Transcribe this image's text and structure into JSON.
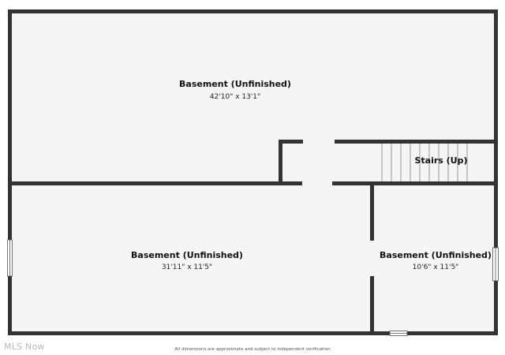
{
  "plan": {
    "rooms": [
      {
        "label": "Basement (Unfinished)",
        "dimensions": "42'10\" x 13'1\""
      },
      {
        "label": "Basement (Unfinished)",
        "dimensions": "31'11\" x 11'5\""
      },
      {
        "label": "Basement (Unfinished)",
        "dimensions": "10'6\" x 11'5\""
      },
      {
        "label": "Stairs (Up)"
      }
    ],
    "colors": {
      "wall": "#333333",
      "floor": "#f5f5f5",
      "stair_line": "#9a9a9a"
    }
  },
  "footer": {
    "watermark": "MLS Now",
    "disclaimer": "All dimensions are approximate and subject to independent verification"
  }
}
